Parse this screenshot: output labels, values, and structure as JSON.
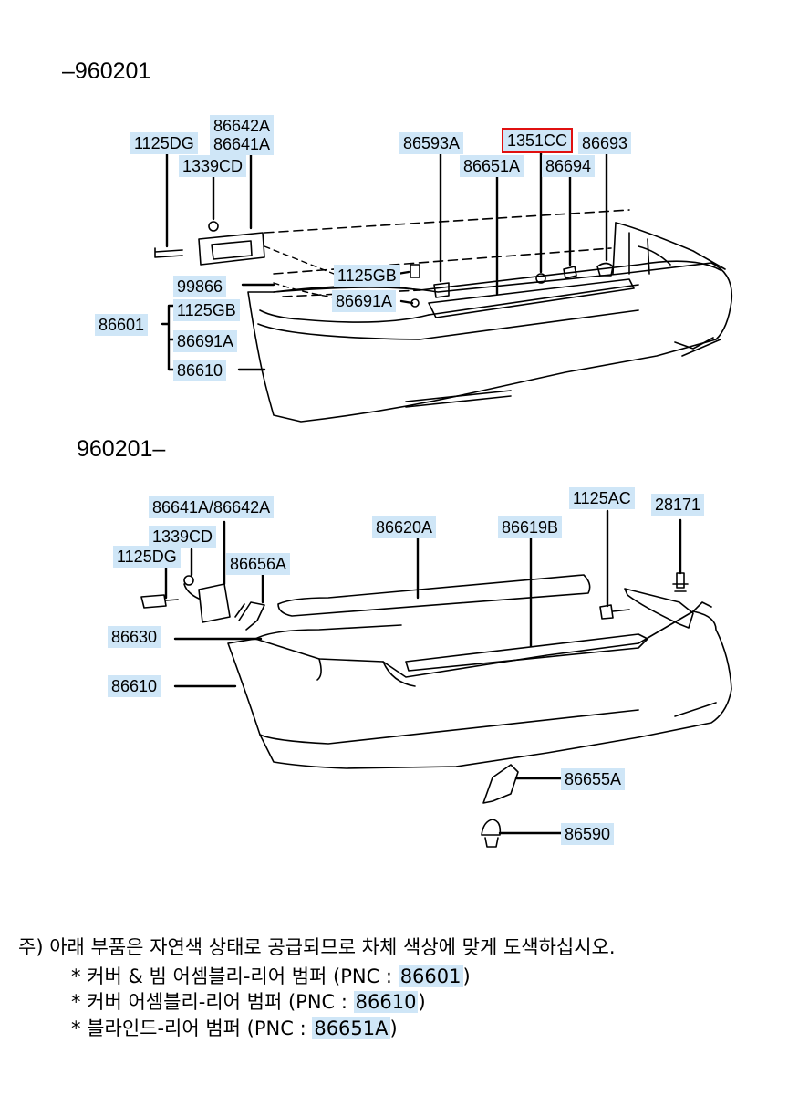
{
  "headers": {
    "before": "–960201",
    "after": "960201–"
  },
  "top_labels": {
    "l1125dg": "1125DG",
    "l86642a": "86642A",
    "l86641a": "86641A",
    "l1339cd": "1339CD",
    "l86593a": "86593A",
    "l1351cc": "1351CC",
    "l86693": "86693",
    "l86651a": "86651A",
    "l86694": "86694",
    "l1125gb_mid": "1125GB",
    "l86691a_mid": "86691A",
    "l99866": "99866",
    "l1125gb_left": "1125GB",
    "l86601": "86601",
    "l86691a_left": "86691A",
    "l86610": "86610"
  },
  "bottom_labels": {
    "l86641a_86642a": "86641A/86642A",
    "l1339cd": "1339CD",
    "l1125dg": "1125DG",
    "l86656a": "86656A",
    "l86620a": "86620A",
    "l86619b": "86619B",
    "l1125ac": "1125AC",
    "l28171": "28171",
    "l86630": "86630",
    "l86610": "86610",
    "l86655a": "86655A",
    "l86590": "86590"
  },
  "notes": {
    "line1": "주) 아래 부품은 자연색 상태로 공급되므로 차체 색상에 맞게 도색하십시오.",
    "item1_prefix": "* 커버 & 빔 어셈블리-리어 범퍼 (PNC : ",
    "item1_pnc": "86601",
    "item2_prefix": "* 커버 어셈블리-리어 범퍼 (PNC : ",
    "item2_pnc": "86610",
    "item3_prefix": "* 블라인드-리어 범퍼 (PNC : ",
    "item3_pnc": "86651A",
    "close": ")"
  },
  "colors": {
    "label_bg": "#cfe6f7",
    "highlight": "#e01010"
  }
}
